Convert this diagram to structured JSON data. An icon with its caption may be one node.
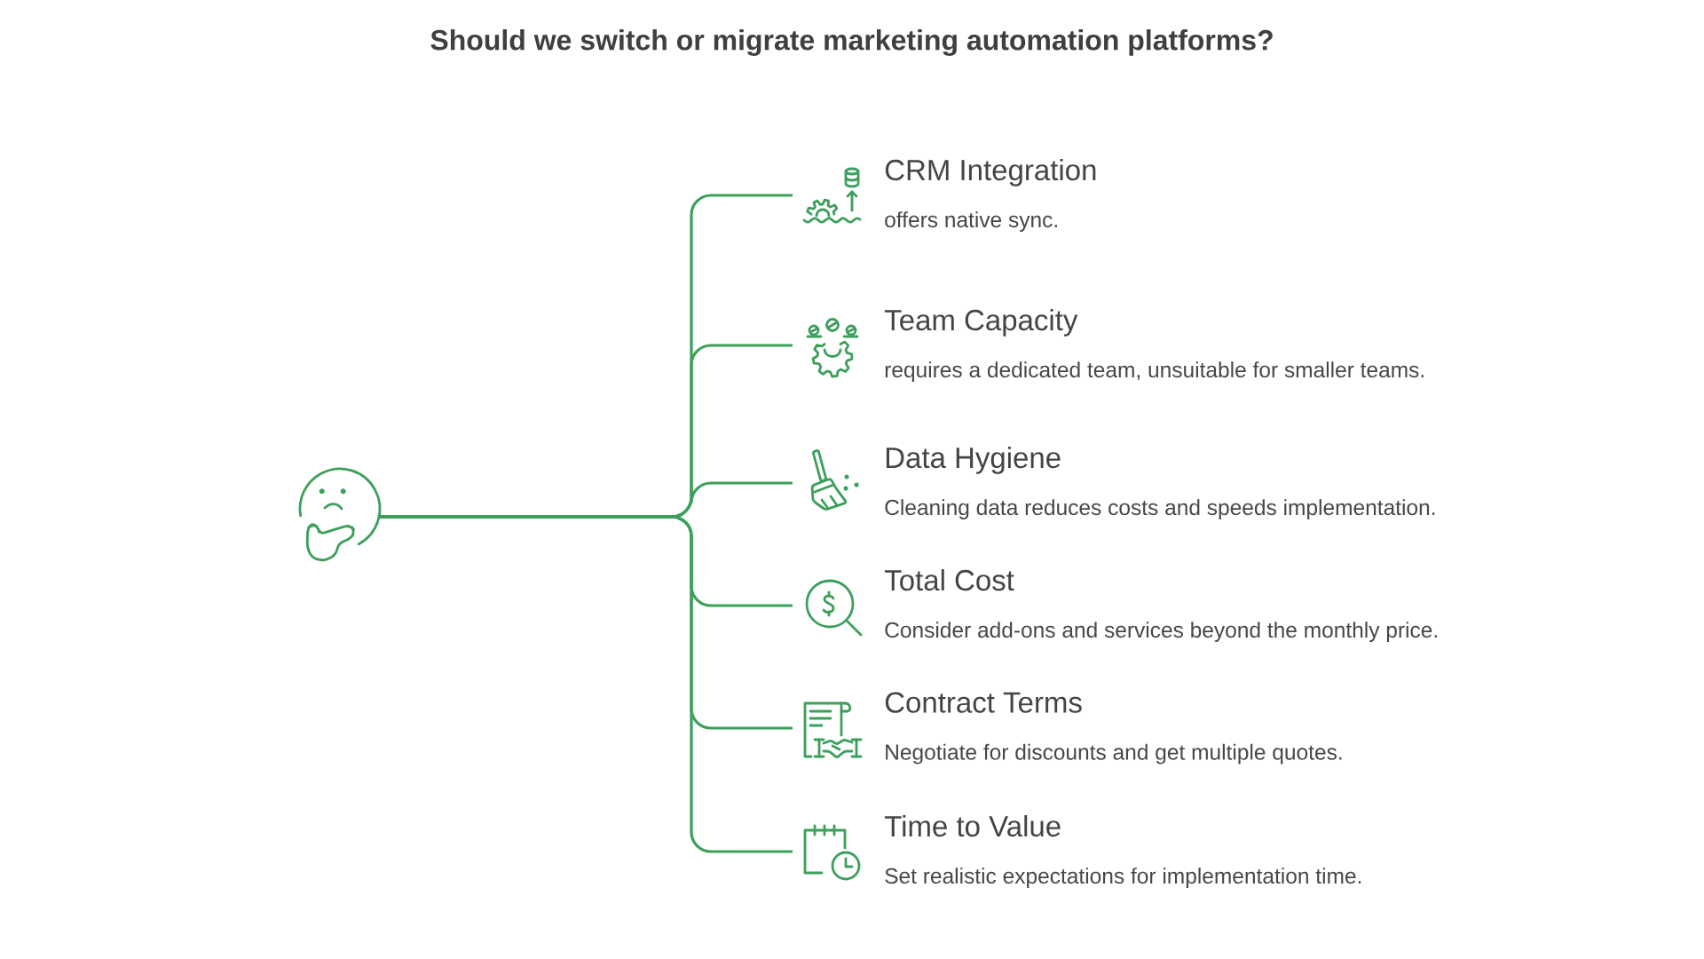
{
  "diagram": {
    "title": "Should we switch or migrate marketing automation platforms?",
    "nodes": [
      {
        "text": [],
        "shape": "picture"
      },
      {
        "text": [
          "CRM Integration",
          "offers native sync."
        ]
      },
      {
        "text": [
          "Team Capacity",
          "requires a dedicated team, unsuitable for smaller teams."
        ]
      },
      {
        "text": [
          "Data Hygiene",
          "Cleaning data reduces costs and speeds implementation."
        ]
      },
      {
        "text": [
          "Total Cost",
          "Consider add-ons and services beyond the monthly price."
        ]
      },
      {
        "text": [
          "Contract Terms",
          "Negotiate for discounts and get multiple quotes."
        ]
      },
      {
        "text": [
          "Time to Value",
          "Set realistic expectations for implementation time."
        ]
      }
    ],
    "edges": [
      {
        "from": 0,
        "to": 1,
        "arrow": "none"
      },
      {
        "from": 0,
        "to": 2,
        "arrow": "none"
      },
      {
        "from": 0,
        "to": 3,
        "arrow": "none"
      },
      {
        "from": 0,
        "to": 4,
        "arrow": "none"
      },
      {
        "from": 0,
        "to": 5,
        "arrow": "none"
      },
      {
        "from": 0,
        "to": 6,
        "arrow": "none"
      }
    ]
  }
}
